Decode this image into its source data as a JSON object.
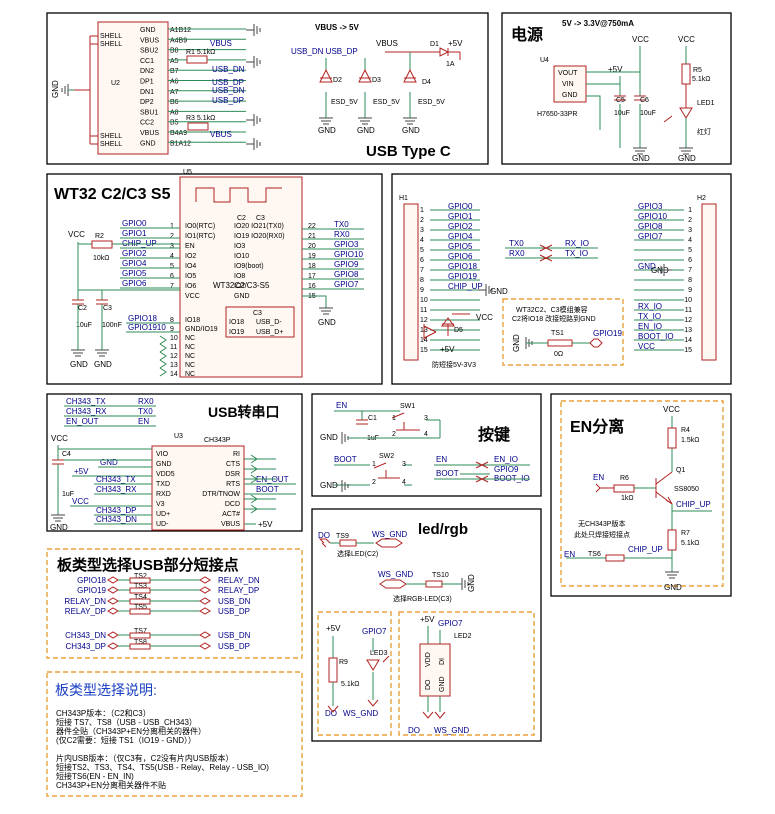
{
  "usb_c": {
    "title": "USB Type C",
    "vbus_to_5v": "VBUS -> 5V",
    "chip": "U2",
    "pins_left": [
      "SHELL",
      "SHELL",
      "",
      "",
      "",
      "",
      "",
      "",
      "",
      "",
      "",
      "SHELL",
      "SHELL"
    ],
    "pins_right": [
      "GND",
      "VBUS",
      "SBU2",
      "CC1",
      "DN2",
      "DP1",
      "DN1",
      "DP2",
      "SBU1",
      "CC2",
      "VBUS",
      "GND"
    ],
    "pin_nums_right": [
      "A1B12",
      "A4B9",
      "B8",
      "A5",
      "B7",
      "A6",
      "A7",
      "B6",
      "A8",
      "B5",
      "B4A9",
      "B1A12"
    ],
    "pin_nums_left": [
      "3",
      "4",
      "",
      "1",
      "2"
    ],
    "r1": "R1 5.1kΩ",
    "r3": "R3 5.1kΩ",
    "net_vbus": "VBUS",
    "net_usb_dn": "USB_DN",
    "net_usb_dp": "USB_DP",
    "gnd": "GND",
    "d1": "D1",
    "d1_val": "1A",
    "plus5v": "+5V",
    "d2": "D2",
    "d3": "D3",
    "d4": "D4",
    "esd": "ESD_5V",
    "usb_dn_dp": "USB_DN USB_DP",
    "vbus": "VBUS"
  },
  "power": {
    "title": "电源",
    "subtitle": "5V -> 3.3V@750mA",
    "chip": "U4",
    "chip_name": "H7650-33PR",
    "pins": [
      "VOUT",
      "VIN",
      "GND"
    ],
    "pin_nums": [
      "3",
      "2",
      "1"
    ],
    "plus5v": "+5V",
    "vcc": "VCC",
    "c5": "C5",
    "c6": "C6",
    "cap_val": "10uF",
    "r5": "R5",
    "r5_val": "5.1kΩ",
    "led": "LED1",
    "led_note": "红灯",
    "gnd": "GND"
  },
  "wt32": {
    "title": "WT32 C2/C3 S5",
    "chip": "U5",
    "chip_name": "WT32C2/C3-S5",
    "c2": "C2",
    "c3": "C3",
    "left_nets": [
      "GPIO0",
      "GPIO1",
      "CHIP_UP",
      "GPIO2",
      "GPIO4",
      "GPIO5",
      "GPIO6"
    ],
    "left_pins": [
      "IO0(RTC)",
      "IO1(RTC)",
      "EN",
      "IO2",
      "IO4",
      "IO5",
      "IO6",
      "VCC"
    ],
    "left_nums": [
      "1",
      "2",
      "3",
      "4",
      "5",
      "6",
      "7"
    ],
    "right_nums": [
      "22",
      "21",
      "20",
      "19",
      "18",
      "17",
      "16",
      "15"
    ],
    "right_pins": [
      "IO20 IO21(TX0)",
      "IO19 IO20(RX0)",
      "IO3",
      "IO10",
      "IO9(boot)",
      "IO8",
      "IO7",
      "GND"
    ],
    "right_nets": [
      "TX0",
      "RX0",
      "GPIO3",
      "GPIO10",
      "GPIO9",
      "GPIO8",
      "GPIO7"
    ],
    "bottom_nets": [
      "GPIO18",
      "GPIO1910"
    ],
    "bottom_nums": [
      "8",
      "9",
      "10",
      "11",
      "12",
      "13",
      "14"
    ],
    "bottom_pins": [
      "IO18",
      "GND/IO19",
      "NC",
      "NC",
      "NC",
      "NC",
      "NC"
    ],
    "sub_head": "C3",
    "sub_pins": [
      "IO18",
      "IO19",
      "USB_D-",
      "USB_D+"
    ],
    "vcc": "VCC",
    "r2": "R2",
    "r2_val": "10kΩ",
    "c2_lbl": "C2",
    "c3_lbl": "C3",
    "c2_val": "10uF",
    "c3_val": "100nF",
    "gnd": "GND"
  },
  "headers": {
    "h1": "H1",
    "h2": "H2",
    "h1_nets": [
      "GPIO0",
      "GPIO1",
      "GPIO2",
      "GPIO4",
      "GPIO5",
      "GPIO6",
      "GPIO18",
      "GPIO19",
      "CHIP_UP"
    ],
    "h1_nums": [
      "1",
      "2",
      "3",
      "4",
      "5",
      "6",
      "7",
      "8",
      "9",
      "10",
      "11",
      "12",
      "13",
      "14",
      "15"
    ],
    "h2_nets": [
      "GPIO3",
      "GPIO10",
      "GPIO8",
      "GPIO7",
      "GND",
      "RX_IO",
      "TX_IO",
      "EN_IO",
      "BOOT_IO",
      "VCC"
    ],
    "h2_nums": [
      "1",
      "2",
      "3",
      "4",
      "5",
      "6",
      "7",
      "8",
      "9",
      "10",
      "11",
      "12",
      "13",
      "14",
      "15"
    ],
    "cross": [
      "TX0",
      "RX0",
      "RX_IO",
      "TX_IO"
    ],
    "gnd": "GND",
    "vcc": "VCC",
    "d5": "D5",
    "d5_note": "+5V",
    "d5_desc": "防短接5V-3V3",
    "note1": "WT32C2、C3模组兼容",
    "note2": "C2将IO18 改接短路到GND",
    "ts1": "TS1",
    "ts1_val": "0Ω",
    "gpio19": "GPIO19"
  },
  "usb_serial": {
    "title": "USB转串口",
    "chip": "U3",
    "chip_name": "CH343P",
    "top_nets": [
      "CH343_TX",
      "CH343_RX",
      "EN_OUT"
    ],
    "top_right": [
      "RX0",
      "TX0",
      "EN"
    ],
    "left_pins": [
      "VIO",
      "GND",
      "VDD5",
      "TXD",
      "RXD",
      "V3",
      "UD+",
      "UD-"
    ],
    "right_pins": [
      "RI",
      "CTS",
      "DSR",
      "RTS",
      "DTR/TNOW",
      "DCD",
      "ACT#",
      "VBUS"
    ],
    "out_nets": [
      "EN_OUT",
      "BOOT"
    ],
    "left_nets": [
      "GND",
      "+5V",
      "CH343_TX",
      "CH343_RX",
      "VCC",
      "CH343_DP",
      "CH343_DN"
    ],
    "vcc": "VCC",
    "c4": "C4",
    "c4_val": "1uF",
    "plus5v": "+5V",
    "gnd": "GND"
  },
  "buttons": {
    "title": "按键",
    "sw1": "SW1",
    "sw2": "SW2",
    "c1": "C1",
    "c1_val": "1uF",
    "en": "EN",
    "boot": "BOOT",
    "gnd": "GND",
    "en_io": "EN_IO",
    "gpio9": "GPIO9",
    "boot_io": "BOOT_IO",
    "nums": [
      "1",
      "2",
      "3",
      "4"
    ]
  },
  "en_split": {
    "title": "EN分离",
    "vcc": "VCC",
    "r4": "R4",
    "r4_val": "1.5kΩ",
    "r6": "R6",
    "r6_val": "1kΩ",
    "r7": "R7",
    "r7_val": "5.1kΩ",
    "q1": "Q1",
    "q1_val": "SS8050",
    "en": "EN",
    "chip_up": "CHIP_UP",
    "ts6": "TS6",
    "note1": "无CH343P版本",
    "note2": "此处只焊接短接点",
    "gnd": "GND"
  },
  "select": {
    "title": "板类型选择USB部分短接点",
    "left": [
      "GPIO18",
      "GPIO19",
      "RELAY_DN",
      "RELAY_DP",
      "CH343_DN",
      "CH343_DP"
    ],
    "ts": [
      "TS2",
      "TS3",
      "TS4",
      "TS5",
      "TS7",
      "TS8"
    ],
    "right": [
      "RELAY_DN",
      "RELAY_DP",
      "USB_DN",
      "USB_DP",
      "USB_DN",
      "USB_DP"
    ]
  },
  "led": {
    "title": "led/rgb",
    "do": "DO",
    "ts9": "TS9",
    "ws_gnd": "WS_GND",
    "note1": "选择LED(C2)",
    "ts10": "TS10",
    "note2": "选择RGB-LED(C3)",
    "plus5v": "+5V",
    "gpio7": "GPIO7",
    "led3": "LED3",
    "r9": "R9",
    "r9_val": "5.1kΩ",
    "led2": "LED2",
    "led2_pins": [
      "VDD",
      "DI",
      "DO",
      "GND"
    ],
    "gnd": "GND"
  },
  "explain": {
    "title": "板类型选择说明:",
    "lines": [
      "CH343P版本：（C2和C3）",
      "  短接 TS7、TS8（USB - USB_CH343）",
      "  器件全贴（CH343P+EN分离相关的器件）",
      "  (仅C2需要：短接 TS1（IO19 - GND））",
      "",
      "片内USB版本：（仅C3有，C2没有片内USB版本）",
      "  短接TS2、TS3、TS4、TS5(USB - Relay、Relay - USB_IO)",
      "  短接TS6(EN - EN_IN)",
      "  CH343P+EN分离相关器件不贴"
    ]
  }
}
